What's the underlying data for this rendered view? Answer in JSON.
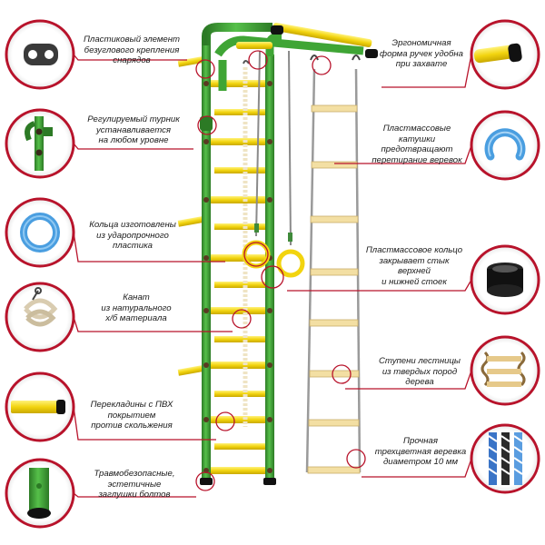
{
  "callouts_left": [
    {
      "id": "bracket",
      "text": "Пластиковый элемент\nбезуглового крепления\nснарядов",
      "icon": "plastic-bracket-icon"
    },
    {
      "id": "pullup",
      "text": "Регулируемый турник\nустанавливается\nна любом уровне",
      "icon": "pullup-bar-icon"
    },
    {
      "id": "rings",
      "text": "Кольца изготовлены\nиз ударопрочного\nпластика",
      "icon": "ring-icon"
    },
    {
      "id": "rope",
      "text": "Канат\nиз натурального\nх/б материала",
      "icon": "rope-coil-icon"
    },
    {
      "id": "rungs",
      "text": "Перекладины с ПВХ\nпокрытием\nпротив скольжения",
      "icon": "rung-icon"
    },
    {
      "id": "caps",
      "text": "Травмобезопасные,\nэстетичные\nзаглушки болтов",
      "icon": "bolt-cap-icon"
    }
  ],
  "callouts_right": [
    {
      "id": "handles",
      "text": "Эргономичная\nформа ручек удобна\nпри захвате",
      "icon": "handle-icon"
    },
    {
      "id": "reels",
      "text": "Пластмассовые катушки\nпредотвращают\nперетирание веревок",
      "icon": "plastic-reel-icon"
    },
    {
      "id": "joint-ring",
      "text": "Пластмассовое кольцо\nзакрывает стык\nверхней\nи нижней стоек",
      "icon": "joint-ring-icon"
    },
    {
      "id": "steps",
      "text": "Ступени лестницы\nиз твердых пород\nдерева",
      "icon": "rope-ladder-icon"
    },
    {
      "id": "cord",
      "text": "Прочная\nтрехцветная веревка\nдиаметром 10 мм",
      "icon": "cord-icon"
    }
  ],
  "colors": {
    "frame_green": "#3fa535",
    "accent_yellow": "#f2d40f",
    "callout_red": "#b8132b",
    "wood": "#f3dfa3"
  }
}
